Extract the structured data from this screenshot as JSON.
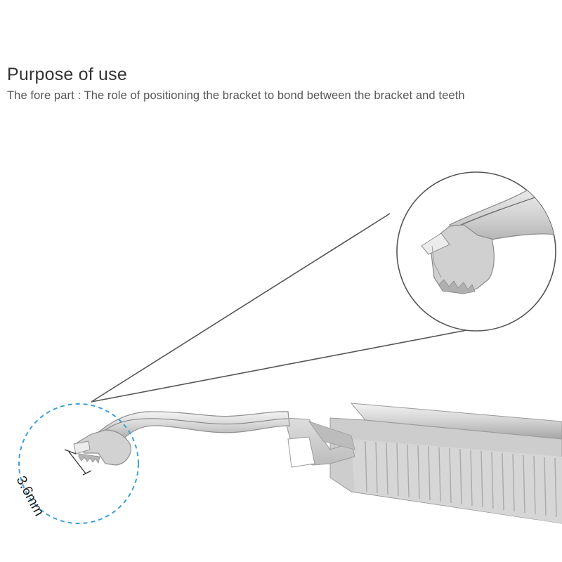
{
  "header": {
    "title": "Purpose of use",
    "description": "The fore part : The role of positioning the bracket to bond between the bracket and teeth"
  },
  "annotation": {
    "dimension": "3.6mm"
  },
  "colors": {
    "highlight_circle": "#3aa0dc",
    "callout_lines": "#555555",
    "steel_light": "#e9e9e9",
    "steel_mid": "#c4c4c4",
    "steel_dark": "#8a8a8a"
  }
}
